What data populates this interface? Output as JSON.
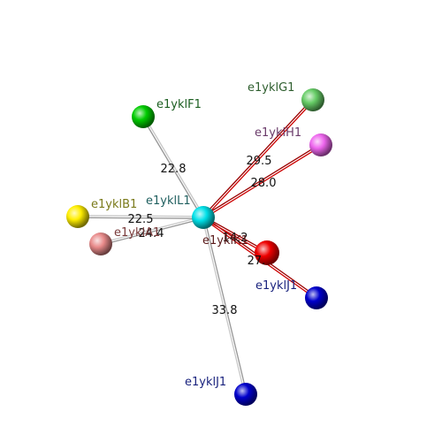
{
  "nodes": [
    {
      "id": "e1yklJ1a",
      "label": "e1yklJ1",
      "color": "#0000cc",
      "label_color": "#1a237e"
    },
    {
      "id": "e1yklA1",
      "label": "e1yklA1",
      "color": "#e88a8a",
      "label_color": "#7a3b3b"
    },
    {
      "id": "e1yklB1",
      "label": "e1yklB1",
      "color": "#ffee00",
      "label_color": "#7a7a1a"
    },
    {
      "id": "e1yklF1",
      "label": "e1yklF1",
      "color": "#00cc00",
      "label_color": "#1b5e20"
    },
    {
      "id": "e1yklG1",
      "label": "e1yklG1",
      "color": "#66cc66",
      "label_color": "#2e5e2e"
    },
    {
      "id": "e1yklH1",
      "label": "e1yklH1",
      "color": "#ee66ee",
      "label_color": "#6a3b6a"
    },
    {
      "id": "e1yklJ1b",
      "label": "e1yklJ1",
      "color": "#0000cc",
      "label_color": "#1a237e"
    },
    {
      "id": "e1yklK1",
      "label": "e1yklK1",
      "color": "#ee0000",
      "label_color": "#5a1a1a"
    },
    {
      "id": "e1yklL1",
      "label": "e1yklL1",
      "color": "#00e0e8",
      "label_color": "#1f5f5f"
    }
  ],
  "edges": [
    {
      "from": "e1yklL1",
      "to": "e1yklJ1a",
      "label": "33.8",
      "color": "#c8c8c8"
    },
    {
      "from": "e1yklL1",
      "to": "e1yklA1",
      "label": "24.4",
      "color": "#c8c8c8"
    },
    {
      "from": "e1yklL1",
      "to": "e1yklB1",
      "label": "22.5",
      "color": "#c8c8c8"
    },
    {
      "from": "e1yklL1",
      "to": "e1yklF1",
      "label": "22.8",
      "color": "#c8c8c8"
    },
    {
      "from": "e1yklL1",
      "to": "e1yklG1",
      "label": "29.5",
      "color": "#cc0000"
    },
    {
      "from": "e1yklL1",
      "to": "e1yklH1",
      "label": "28.0",
      "color": "#cc0000"
    },
    {
      "from": "e1yklL1",
      "to": "e1yklJ1b",
      "label": "27.",
      "color": "#cc0000"
    },
    {
      "from": "e1yklL1",
      "to": "e1yklK1",
      "label": "14.2",
      "color": "#cc0000"
    }
  ]
}
